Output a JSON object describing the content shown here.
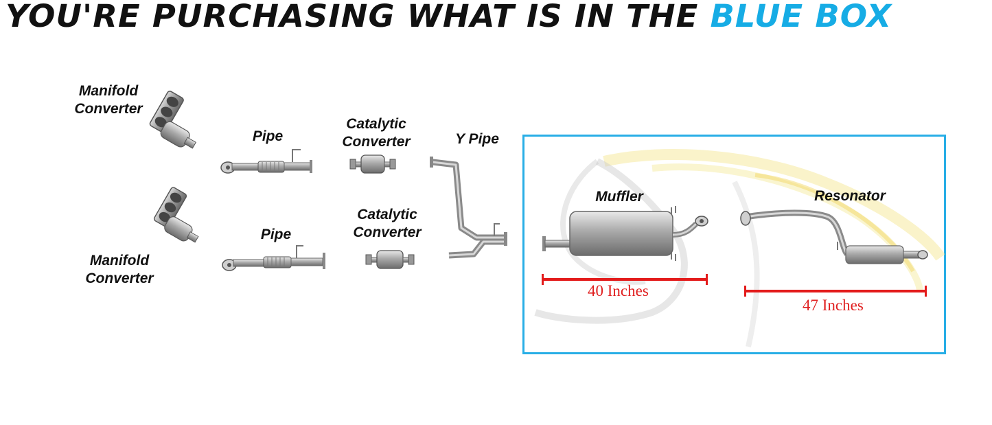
{
  "header": {
    "title_main": "YOU'RE PURCHASING WHAT IS IN THE ",
    "title_accent": "BLUE BOX",
    "accent_color": "#16ace5"
  },
  "parts": {
    "manifold_top": {
      "line1": "Manifold",
      "line2": "Converter"
    },
    "manifold_bottom": {
      "line1": "Manifold",
      "line2": "Converter"
    },
    "pipe_top": "Pipe",
    "pipe_bottom": "Pipe",
    "cat_top": {
      "line1": "Catalytic",
      "line2": "Converter"
    },
    "cat_bottom": {
      "line1": "Catalytic",
      "line2": "Converter"
    },
    "y_pipe": "Y Pipe"
  },
  "blue_box": {
    "border_color": "#28aee6",
    "muffler": {
      "label": "Muffler",
      "measurement": "40 Inches"
    },
    "resonator": {
      "label": "Resonator",
      "measurement": "47 Inches"
    },
    "measurement_color": "#e31b1b"
  }
}
